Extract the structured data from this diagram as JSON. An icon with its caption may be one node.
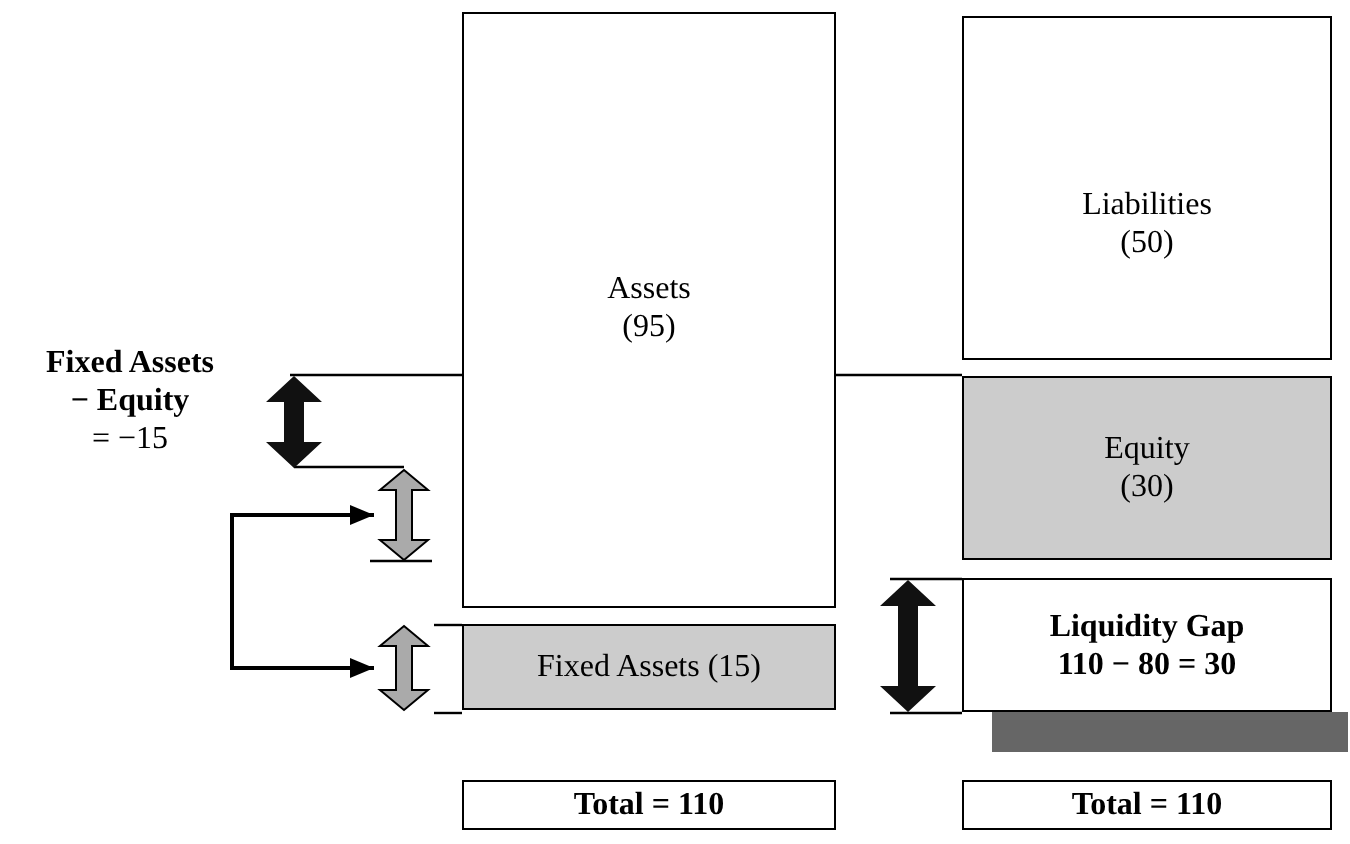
{
  "diagram": {
    "nodes": [
      {
        "text": [
          "Assets",
          "(95)"
        ]
      },
      {
        "text": [
          "Liabilities",
          "(50)"
        ]
      },
      {
        "text": [
          "Equity",
          "(30)"
        ]
      },
      {
        "text": [
          "Fixed Assets (15)"
        ]
      },
      {
        "text": [
          "Liquidity Gap",
          "110 − 80 = 30"
        ]
      },
      {
        "text": [
          "Total = 110"
        ]
      },
      {
        "text": [
          "Total = 110"
        ]
      },
      {
        "text": [],
        "shape": "arrow"
      },
      {
        "text": [],
        "shape": "arrow"
      }
    ],
    "edges": [
      {
        "from": 7,
        "to": 8,
        "arrow": "both"
      }
    ],
    "labels": [
      "Fixed Assets",
      "− Equity",
      "= −15"
    ]
  }
}
